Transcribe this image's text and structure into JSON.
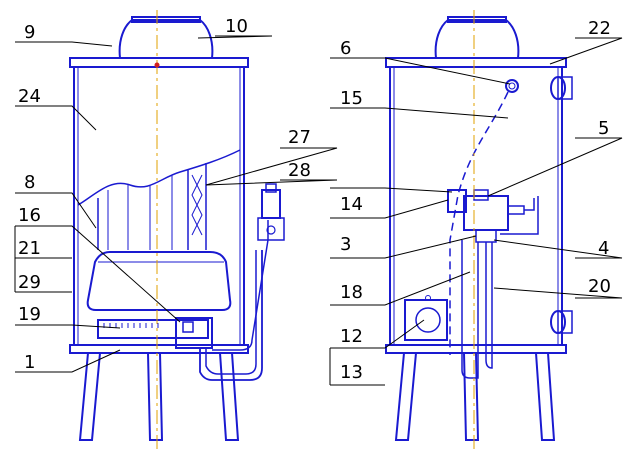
{
  "colors": {
    "drawing": "#1a1ad0",
    "callout": "#000000",
    "axis": "#e0a000"
  },
  "callouts": {
    "n1": "1",
    "n3": "3",
    "n4": "4",
    "n5": "5",
    "n6": "6",
    "n8": "8",
    "n9": "9",
    "n10": "10",
    "n12": "12",
    "n13": "13",
    "n14": "14",
    "n15": "15",
    "n16": "16",
    "n18": "18",
    "n19": "19",
    "n20": "20",
    "n21": "21",
    "n22": "22",
    "n24": "24",
    "n27": "27",
    "n28": "28",
    "n29": "29"
  }
}
